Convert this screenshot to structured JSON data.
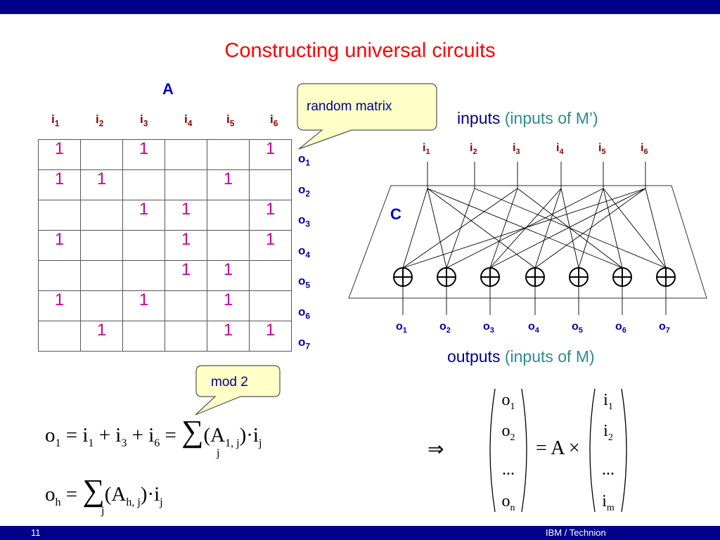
{
  "slide": {
    "title": "Constructing universal circuits",
    "page_number": "11",
    "footer_org": "IBM / Technion"
  },
  "matrix": {
    "label": "A",
    "col_prefix": "i",
    "col_subs": [
      "1",
      "2",
      "3",
      "4",
      "5",
      "6"
    ],
    "row_prefix": "o",
    "row_subs": [
      "1",
      "2",
      "3",
      "4",
      "5",
      "6",
      "7"
    ],
    "cells": [
      [
        "1",
        "",
        "1",
        "",
        "",
        "1"
      ],
      [
        "1",
        "1",
        "",
        "",
        "1",
        ""
      ],
      [
        "",
        "",
        "1",
        "1",
        "",
        "1"
      ],
      [
        "1",
        "",
        "",
        "1",
        "",
        "1"
      ],
      [
        "",
        "",
        "",
        "1",
        "1",
        ""
      ],
      [
        "1",
        "",
        "1",
        "",
        "1",
        ""
      ],
      [
        "",
        "1",
        "",
        "",
        "1",
        "1"
      ]
    ]
  },
  "callouts": {
    "random": "random matrix",
    "mod": "mod 2"
  },
  "circuit": {
    "label": "C",
    "inputs_caption": "inputs",
    "inputs_caption_paren": "(inputs of M’)",
    "outputs_caption": "outputs",
    "outputs_caption_paren": "(inputs of M)",
    "input_subs": [
      "1",
      "2",
      "3",
      "4",
      "5",
      "6"
    ],
    "output_subs": [
      "1",
      "2",
      "3",
      "4",
      "5",
      "6",
      "7"
    ]
  },
  "equations": {
    "eq1_lhs": "o",
    "eq1_lhs_sub": "1",
    "eq1_mid": "= i",
    "eq1_terms": [
      "1",
      "3",
      "6"
    ],
    "eq1_sum_term": "(A",
    "eq1_sum_sub": "1, j",
    "eq1_sum_tail": ")·i",
    "eq1_tail_sub": "j",
    "eqh_lhs": "o",
    "eqh_lhs_sub": "h",
    "eqh_sum_term": "(A",
    "eqh_sum_sub": "h, j",
    "eqh_sum_tail": ")·i",
    "eqh_tail_sub": "j",
    "sum_index": "j",
    "implies": "⇒",
    "vec_left": [
      {
        "b": "o",
        "s": "1"
      },
      {
        "b": "o",
        "s": "2"
      },
      {
        "b": "...",
        "s": ""
      },
      {
        "b": "o",
        "s": "n"
      }
    ],
    "vec_right": [
      {
        "b": "i",
        "s": "1"
      },
      {
        "b": "i",
        "s": "2"
      },
      {
        "b": "...",
        "s": ""
      },
      {
        "b": "i",
        "s": "m"
      }
    ],
    "vec_mid": "= A ×"
  }
}
